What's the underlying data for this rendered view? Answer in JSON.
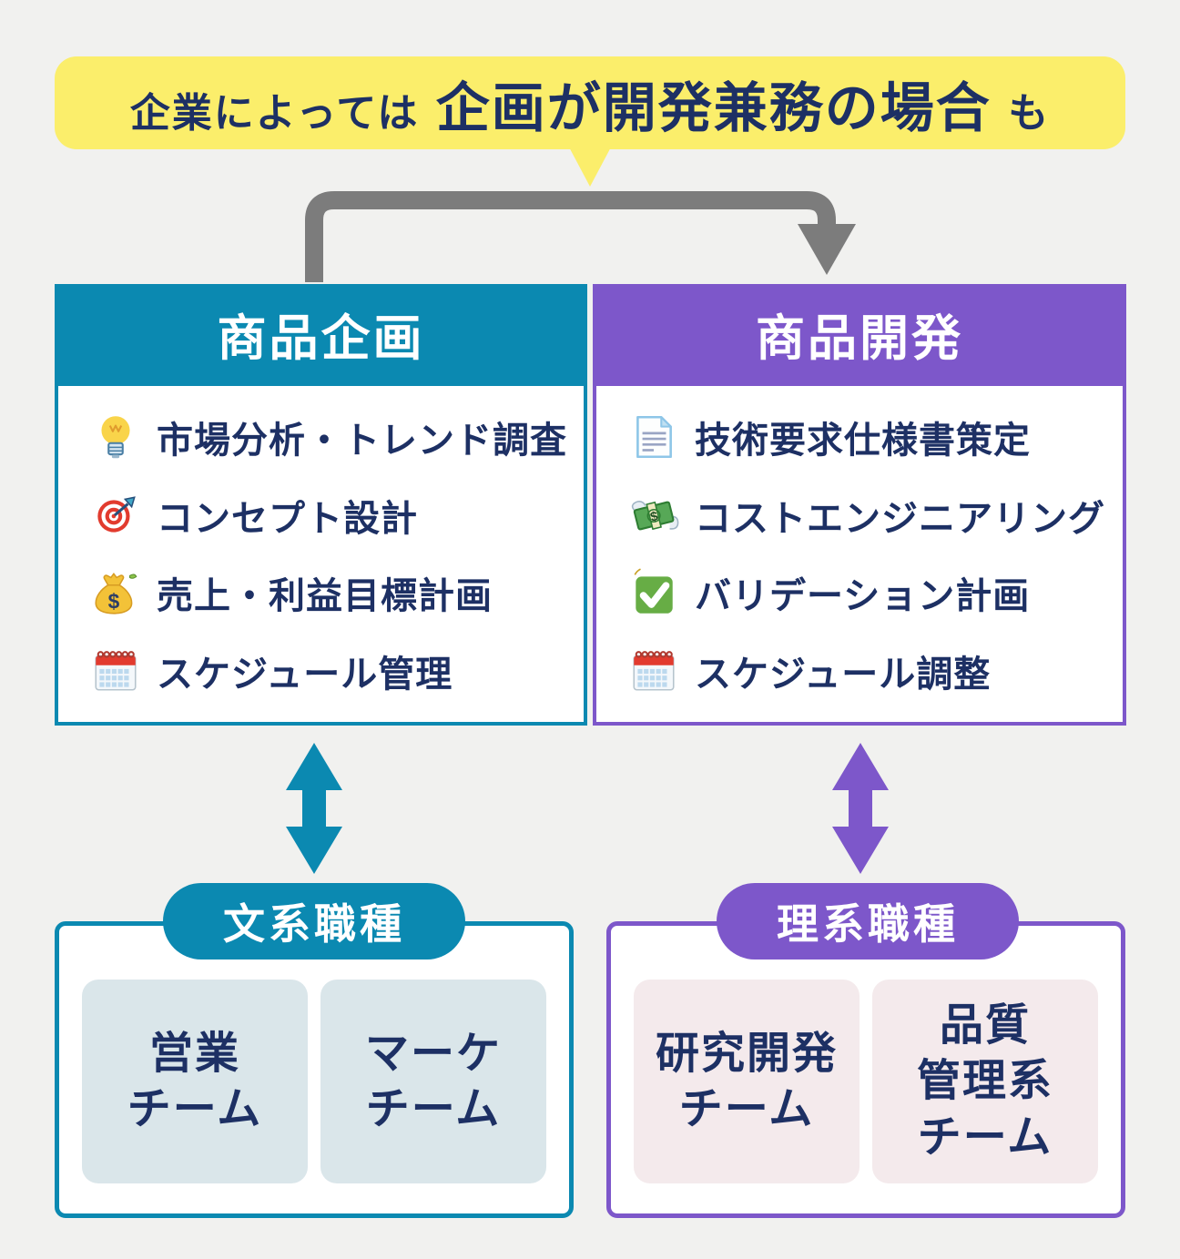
{
  "banner": {
    "prefix": "企業によっては",
    "highlight": "企画が開発兼務の場合",
    "suffix": "も"
  },
  "panels": [
    {
      "title": "商品企画",
      "accent_color": "#0b89b1",
      "items": [
        {
          "icon": "lightbulb-icon",
          "text": "市場分析・トレンド調査"
        },
        {
          "icon": "target-icon",
          "text": "コンセプト設計"
        },
        {
          "icon": "money-bag-icon",
          "text": "売上・利益目標計画"
        },
        {
          "icon": "calendar-icon",
          "text": "スケジュール管理"
        }
      ]
    },
    {
      "title": "商品開発",
      "accent_color": "#7d57ca",
      "items": [
        {
          "icon": "document-icon",
          "text": "技術要求仕様書策定"
        },
        {
          "icon": "flying-money-icon",
          "text": "コストエンジニアリング"
        },
        {
          "icon": "check-icon",
          "text": "バリデーション計画"
        },
        {
          "icon": "calendar-icon",
          "text": "スケジュール調整"
        }
      ]
    }
  ],
  "groups": [
    {
      "badge": "文系職種",
      "accent_color": "#0b89b1",
      "card_color": "#dae6ea",
      "teams": [
        "営業\nチーム",
        "マーケ\nチーム"
      ]
    },
    {
      "badge": "理系職種",
      "accent_color": "#7d57ca",
      "card_color": "#f4eaec",
      "teams": [
        "研究開発\nチーム",
        "品質\n管理系\nチーム"
      ]
    }
  ],
  "colors": {
    "background": "#f1f1ef",
    "banner_yellow": "#fbee6b",
    "text_navy": "#1d3064",
    "connector_gray": "#7c7c7c"
  }
}
